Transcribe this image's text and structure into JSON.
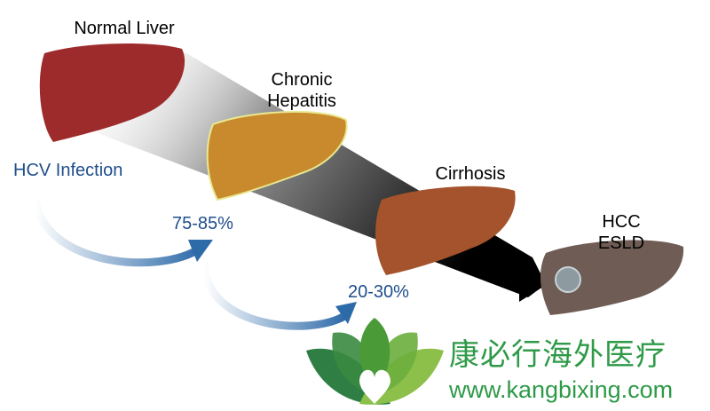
{
  "stages": [
    {
      "label": "Normal Liver",
      "color": "#9e2b2b"
    },
    {
      "label": "Chronic Hepatitis",
      "line1": "Chronic",
      "line2": "Hepatitis",
      "color": "#c98a2e"
    },
    {
      "label": "Cirrhosis",
      "color": "#a4532c"
    },
    {
      "label": "HCC ESLD",
      "line1": "HCC",
      "line2": "ESLD",
      "color": "#6f5c54"
    }
  ],
  "infection_label": "HCV Infection",
  "rates": [
    "75-85%",
    "20-30%"
  ],
  "accent": "#1f4e8c",
  "logo": {
    "name_cn": "康必行海外医疗",
    "url": "www.kangbixing.com",
    "color": "#2e9a48"
  }
}
